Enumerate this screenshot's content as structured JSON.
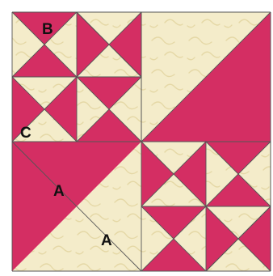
{
  "block": {
    "colors": {
      "background": "#ffffff",
      "light_fabric": "#f4ecca",
      "light_fabric_swirl": "#e5d8a6",
      "dark_fabric": "#d42e63",
      "seam_line": "#555555",
      "label": "#111111"
    },
    "labels": {
      "b": "B",
      "c": "C",
      "a_upper": "A",
      "a_lower": "A"
    }
  }
}
